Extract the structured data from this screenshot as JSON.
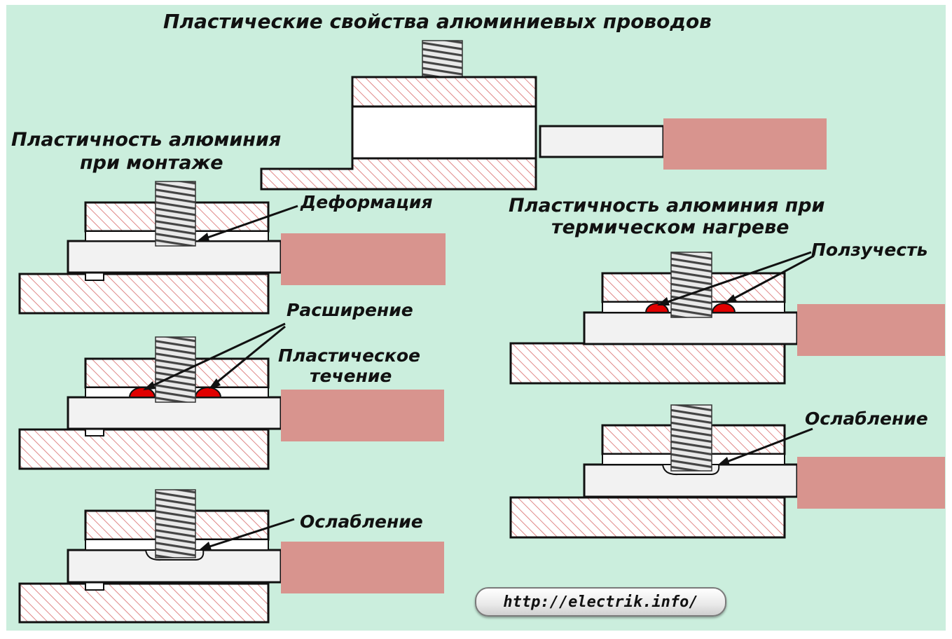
{
  "title": "Пластические свойства алюминиевых проводов",
  "section_mounting": {
    "line1": "Пластичность алюминия",
    "line2": "при монтаже"
  },
  "section_heating": {
    "line1": "Пластичность алюминия при",
    "line2": "термическом нагреве"
  },
  "labels": {
    "deformation": "Деформация",
    "expansion": "Расширение",
    "plastic_flow_line1": "Пластическое",
    "plastic_flow_line2": "течение",
    "loosening_left": "Ослабление",
    "creep": "Ползучесть",
    "loosening_right": "Ослабление"
  },
  "url": "http://electrik.info/",
  "colors": {
    "background": "#cbeedd",
    "hatch": "#d86a6a",
    "wire_insulation": "#d8948e",
    "conductor": "#f2f2f2",
    "flow_bulge": "#e00000"
  }
}
